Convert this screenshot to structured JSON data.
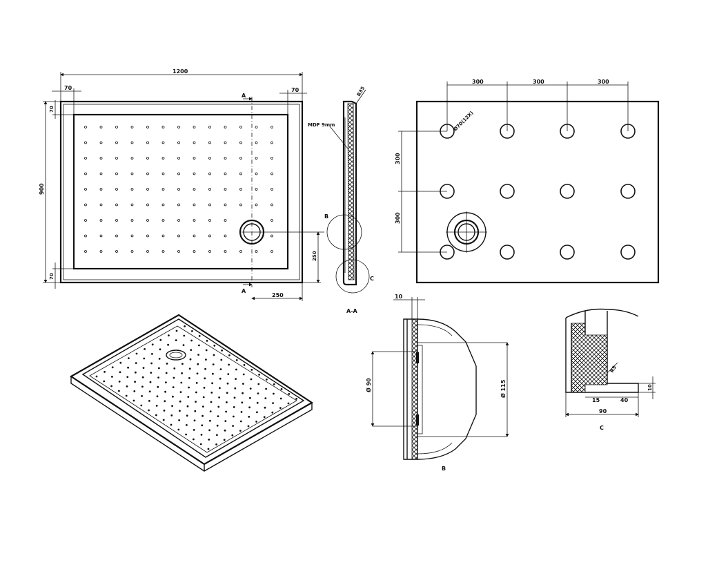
{
  "top_view": {
    "overall_width": "1200",
    "overall_height": "900",
    "rim_left": "70",
    "rim_right": "70",
    "rim_top": "70",
    "rim_bottom": "70",
    "drain_offset_x": "250",
    "drain_offset_y": "250",
    "section_mark_top": "A",
    "section_mark_bottom": "A"
  },
  "section_aa": {
    "caption": "A-A",
    "radius_label": "R35",
    "material_label": "MDF 9mm",
    "detail_b_mark": "B",
    "detail_c_mark": "C"
  },
  "feet_layout": {
    "spacing_x_1": "300",
    "spacing_x_2": "300",
    "spacing_x_3": "300",
    "spacing_y_1": "300",
    "spacing_y_2": "300",
    "foot_label": "Ø70(12X)"
  },
  "detail_b": {
    "caption": "B",
    "wall_label": "10",
    "inner_dia_label": "Ø 90",
    "outer_dia_label": "Ø 115"
  },
  "detail_c": {
    "caption": "C",
    "radius_label": "R5",
    "width_15": "15",
    "width_40": "40",
    "height_10": "10",
    "total_90": "90"
  }
}
